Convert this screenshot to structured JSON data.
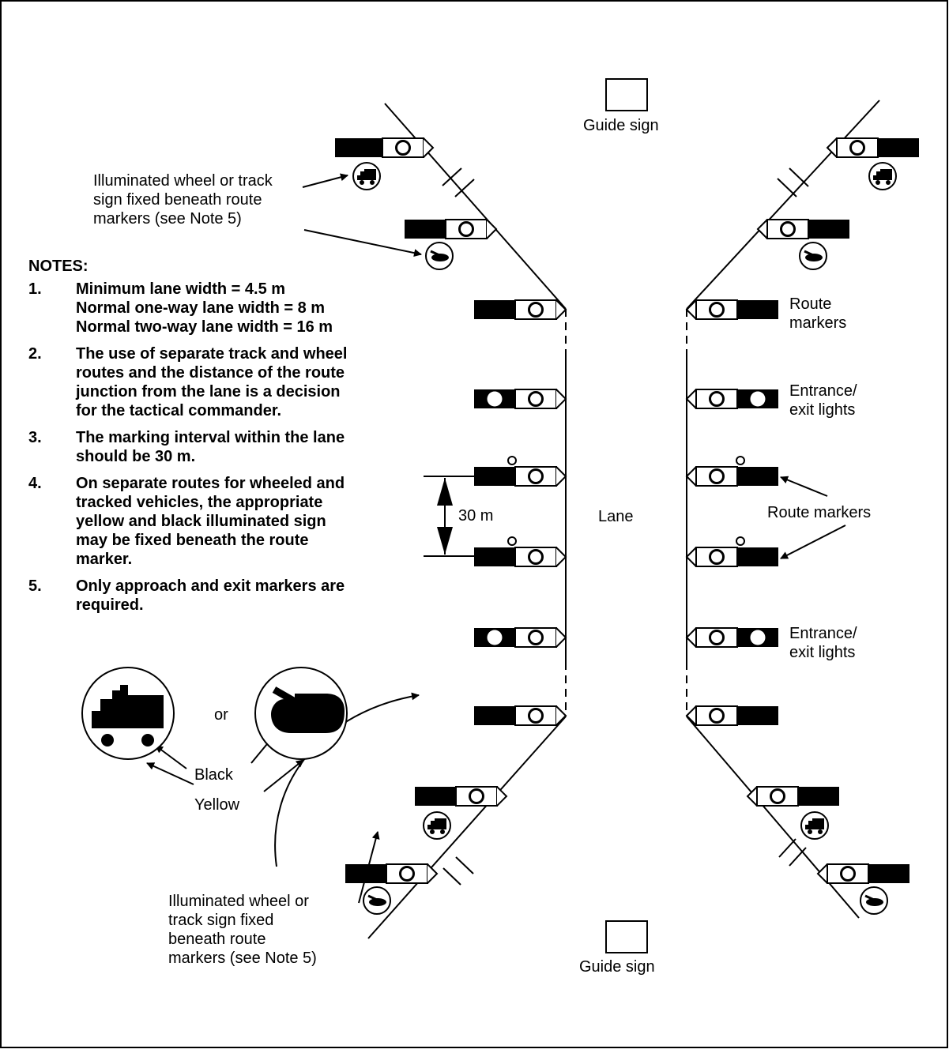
{
  "labels": {
    "guide_sign_top": "Guide sign",
    "guide_sign_bottom": "Guide sign",
    "lane": "Lane",
    "spacing": "30 m",
    "route_markers_1": [
      "Route",
      "markers"
    ],
    "entrance_exit_1": [
      "Entrance/",
      "exit lights"
    ],
    "route_markers_2": "Route markers",
    "entrance_exit_2": [
      "Entrance/",
      "exit lights"
    ],
    "callout_top": [
      "Illuminated wheel or track",
      "sign fixed beneath route",
      "markers (see Note 5)"
    ],
    "callout_bottom": [
      "Illuminated wheel or",
      "track sign fixed",
      "beneath route",
      "markers (see Note 5)"
    ],
    "or": "or",
    "black": "Black",
    "yellow": "Yellow"
  },
  "notes": {
    "title": "NOTES:",
    "items": [
      {
        "num": "1.",
        "lines": [
          "Minimum lane width = 4.5 m",
          "Normal one-way lane width = 8 m",
          "Normal two-way lane width = 16 m"
        ]
      },
      {
        "num": "2.",
        "lines": [
          "The use of separate track and wheel",
          "routes and the distance of the route",
          "junction from the lane is a decision",
          "for the tactical commander."
        ]
      },
      {
        "num": "3.",
        "lines": [
          "The marking interval within the lane",
          "should be 30 m."
        ]
      },
      {
        "num": "4.",
        "lines": [
          "On separate routes for wheeled and",
          "tracked vehicles, the appropriate",
          "yellow and black illuminated sign",
          "may be fixed beneath the route",
          "marker."
        ]
      },
      {
        "num": "5.",
        "lines": [
          "Only approach and exit markers are",
          "required."
        ]
      }
    ]
  }
}
